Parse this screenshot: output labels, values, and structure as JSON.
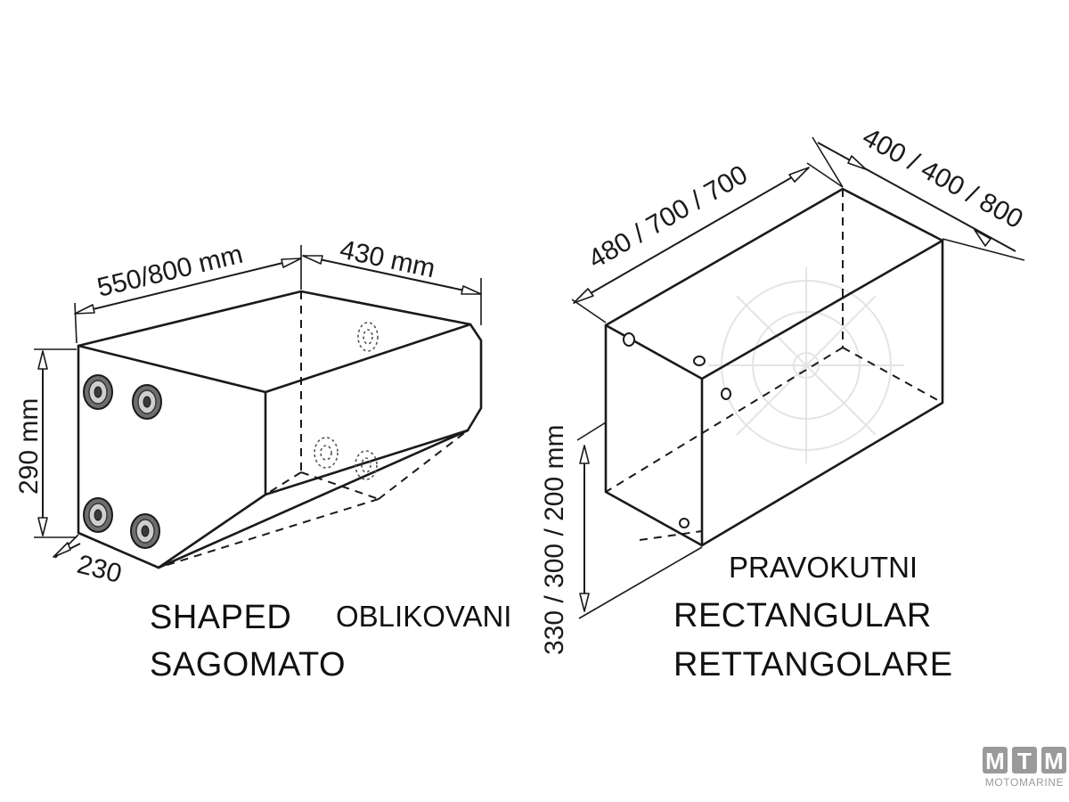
{
  "shaped_tank": {
    "length_label": "550/800 mm",
    "width_label": "430 mm",
    "height_label": "290 mm",
    "bottom_label": "230",
    "caption_en": "SHAPED",
    "caption_hr": "OBLIKOVANI",
    "caption_it": "SAGOMATO"
  },
  "rectangular_tank": {
    "length_label": "480 / 700 / 700",
    "depth_label": "400 / 400 / 800",
    "height_label": "330 / 300 / 200 mm",
    "caption_hr": "PRAVOKUTNI",
    "caption_en": "RECTANGULAR",
    "caption_it": "RETTANGOLARE"
  },
  "logo": {
    "letters": [
      "M",
      "T",
      "M"
    ],
    "name": "MOTOMARINE"
  },
  "colors": {
    "line": "#1a1a1a",
    "logo": "#9a9a9a"
  }
}
